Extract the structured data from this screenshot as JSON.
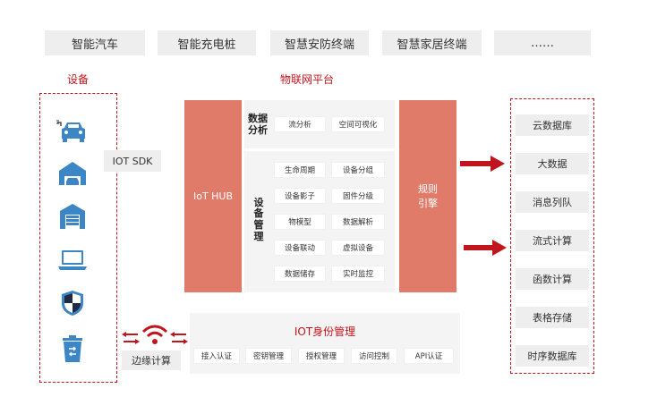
{
  "categories": [
    "智能汽车",
    "智能充电桩",
    "智慧安防终端",
    "智慧家居终端",
    "……"
  ],
  "section_titles": {
    "devices": "设备",
    "platform": "物联网平台"
  },
  "iot_sdk": "IOT SDK",
  "edge_computing": "边缘计算",
  "devices": [
    {
      "icon": "car-charging-icon"
    },
    {
      "icon": "garage-car-icon"
    },
    {
      "icon": "garage-door-icon"
    },
    {
      "icon": "laptop-icon"
    },
    {
      "icon": "shield-icon"
    },
    {
      "icon": "recycle-bin-icon"
    }
  ],
  "platform": {
    "hub_label": "IoT HUB",
    "data_analysis": {
      "label": "数据\n分析",
      "items": [
        "流分析",
        "空间可视化"
      ]
    },
    "device_management": {
      "label": "设\n备\n管\n理",
      "items": [
        "生命周期",
        "设备分组",
        "设备影子",
        "固件分级",
        "物模型",
        "数据解析",
        "设备联动",
        "虚拟设备",
        "数据储存",
        "实时监控"
      ]
    },
    "rule_engine": "规则\n引擎"
  },
  "identity": {
    "title": "IOT身份管理",
    "items": [
      "接入认证",
      "密钥管理",
      "授权管理",
      "访问控制",
      "API认证"
    ]
  },
  "destinations": [
    "云数据库",
    "大数据",
    "消息列队",
    "流式计算",
    "函数计算",
    "表格存储",
    "时序数据库"
  ],
  "colors": {
    "accent": "#c0151c",
    "block": "#e07b6a",
    "icon_blue": "#3d86c6",
    "panel": "#f4f4f4",
    "chip": "#ffffff",
    "gray_box": "#eeeeee"
  }
}
